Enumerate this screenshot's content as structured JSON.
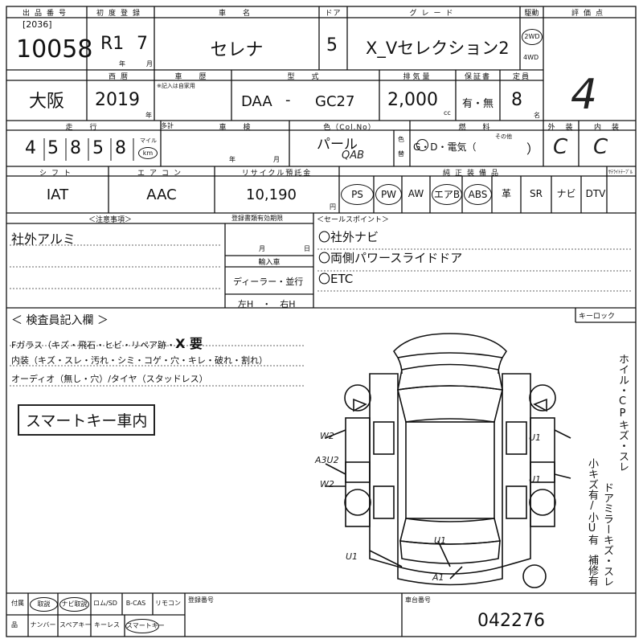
{
  "header": {
    "lot_label": "出品番号",
    "lot_sub": "[2036]",
    "lot_no": "10058",
    "first_reg_label": "初度登録",
    "first_reg_era": "R1",
    "first_reg_month": "7",
    "year_unit": "年",
    "month_unit": "月",
    "car_name_label": "車　名",
    "car_name": "セレナ",
    "door_label": "ドア",
    "doors": "5",
    "grade_label": "グレード",
    "grade": "X_Vセレクション2",
    "drive_label": "駆動",
    "drive_2wd": "2WD",
    "drive_4wd": "4WD",
    "score_label": "評価点",
    "score": "4"
  },
  "row2": {
    "region": "大阪",
    "year_label": "西暦",
    "year": "2019",
    "year_suffix": "年",
    "history_label": "車　歴",
    "history_note": "※記入は自家用",
    "model_label": "型　式",
    "model_prefix": "DAA",
    "model_dash": "-",
    "model_code": "GC27",
    "displacement_label": "排気量",
    "displacement": "2,000",
    "cc_unit": "cc",
    "warranty_label": "保証書",
    "warranty_value": "有・無",
    "capacity_label": "定員",
    "capacity": "8",
    "capacity_unit": "名"
  },
  "row3": {
    "mileage_label": "走　行",
    "mileage_digits": [
      "4",
      "5",
      "8",
      "5",
      "8"
    ],
    "mileage_unit_miles": "マイル",
    "mileage_unit_km": "km",
    "meter_label": "多計",
    "inspection_label": "車　検",
    "inspection_year": "年",
    "inspection_month": "月",
    "color_label": "色（Col.No）",
    "color": "パール",
    "color_code": "QAB",
    "color_change_top": "色",
    "color_change_bottom": "替",
    "fuel_label": "燃　料",
    "fuel_options": "G・D・電気（",
    "fuel_other": "その他",
    "fuel_close": "）",
    "exterior_label": "外　装",
    "exterior": "C",
    "interior_label": "内　装",
    "interior": "C"
  },
  "row4": {
    "shift_label": "シフト",
    "shift": "IAT",
    "ac_label": "エアコン",
    "ac": "AAC",
    "recycle_label": "リサイクル預託金",
    "recycle": "10,190",
    "yen_unit": "円",
    "equipment_label": "純正装備品",
    "satellite_label": "ｻﾃﾗｲﾄﾃｰﾌﾞﾙ",
    "equipment": [
      {
        "label": "PS",
        "circled": true
      },
      {
        "label": "PW",
        "circled": true
      },
      {
        "label": "AW",
        "circled": false
      },
      {
        "label": "エアB",
        "circled": true
      },
      {
        "label": "ABS",
        "circled": true
      },
      {
        "label": "革",
        "circled": false
      },
      {
        "label": "SR",
        "circled": false
      },
      {
        "label": "ナビ",
        "circled": false
      },
      {
        "label": "DTV",
        "circled": false
      }
    ]
  },
  "notes": {
    "caution_label": "＜注意事項＞",
    "caution_text": "社外アルミ",
    "reg_deadline_label": "登録書類有効期限",
    "reg_month": "月",
    "reg_day": "日",
    "import_label": "輸入車",
    "import_dealer": "ディーラー・並行",
    "import_handle": "左H　・　右H",
    "sales_label": "＜セールスポイント＞",
    "sales_points": [
      "〇社外ナビ",
      "〇両側パワースライドドア",
      "〇ETC"
    ]
  },
  "inspector": {
    "heading": "＜ 検査員記入欄 ＞",
    "keylock_label": "キーロック",
    "line1": "Fガラス（キズ・飛石・ヒビ・リペア跡・",
    "line1_mark": "X 要",
    "line2": "内装（キズ・スレ・汚れ・シミ・コゲ・穴・キレ・破れ・割れ）",
    "line3": "オーディオ（無し・穴）/タイヤ（スタッドレス）",
    "handwritten_box": "スマートキー車内",
    "right_vertical_1": "ホイル・CPキズ・スレ",
    "right_vertical_2": "ドアミラーキズ・スレ",
    "right_vertical_3": "小キズ有/小U有",
    "right_vertical_4": "補修有",
    "diagram_marks": {
      "left_upper": "W2",
      "left_mid": "A3U2",
      "left_lower": "W2",
      "right_upper": "U1",
      "right_lower": "U1",
      "front_rear_left": "U1",
      "front_rear_center": "U1",
      "bottom": "A1"
    }
  },
  "footer": {
    "accessory_label_top": "付属",
    "accessory_label_bottom": "品",
    "items_row1": [
      {
        "label": "取説",
        "circled": true
      },
      {
        "label": "ナビ取説",
        "circled": true
      },
      {
        "label": "ロム/SD",
        "circled": false
      },
      {
        "label": "B-CAS",
        "circled": false
      },
      {
        "label": "リモコン",
        "circled": false
      }
    ],
    "items_row2": [
      {
        "label": "ナンバー",
        "circled": false
      },
      {
        "label": "スペアキー",
        "circled": false
      },
      {
        "label": "キーレス",
        "circled": false
      },
      {
        "label": "スマートキー",
        "circled": true
      }
    ],
    "reg_no_label": "登録番号",
    "chassis_label": "車台番号",
    "chassis_no": "042276"
  }
}
